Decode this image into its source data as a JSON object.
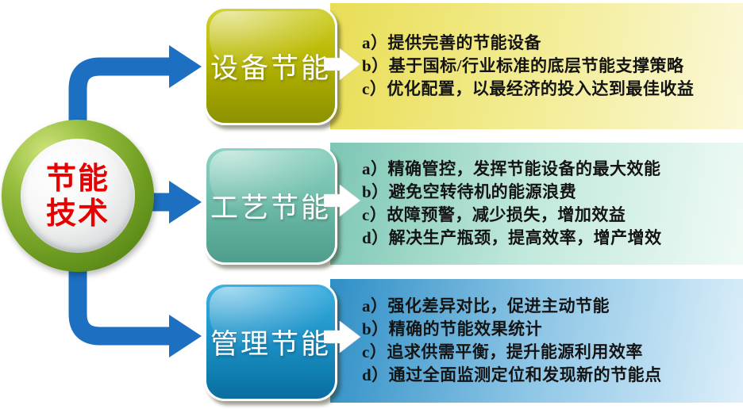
{
  "diagram": {
    "hub": {
      "line1": "节能",
      "line2": "技术"
    },
    "branches": [
      {
        "label": "设备节能",
        "items": [
          "a）提供完善的节能设备",
          "b）基于国标/行业标准的底层节能支撑策略",
          "c）优化配置，以最经济的投入达到最佳收益"
        ]
      },
      {
        "label": "工艺节能",
        "items": [
          "a）精确管控，发挥节能设备的最大效能",
          "b）避免空转待机的能源浪费",
          "c）故障预警，减少损失，增加效益",
          "d）解决生产瓶颈，提高效率，增产增效"
        ]
      },
      {
        "label": "管理节能",
        "items": [
          "a）强化差异对比，促进主动节能",
          "b）精确的节能效果统计",
          "c）追求供需平衡，提升能源利用效率",
          "d）通过全面监测定位和发现新的节能点"
        ]
      }
    ]
  },
  "colors": {
    "arrow-blue": "#1d6fc2",
    "hub-ring-green": "#6f9d22",
    "hub-text-red": "#e60000",
    "box1-top": "#d2d138",
    "box1-bottom": "#8c9200",
    "panel1-left": "#e8dd55",
    "panel1-right": "#fbf8d8",
    "box2-top": "#8ed2c2",
    "box2-bottom": "#4f9e8d",
    "panel2-left": "#7cc6b4",
    "panel2-right": "#effaf5",
    "box3-top": "#3fb0e0",
    "box3-bottom": "#0a6da0",
    "panel3-left": "#2f8fc6",
    "panel3-right": "#ddeffa",
    "text-dark": "#141414"
  }
}
